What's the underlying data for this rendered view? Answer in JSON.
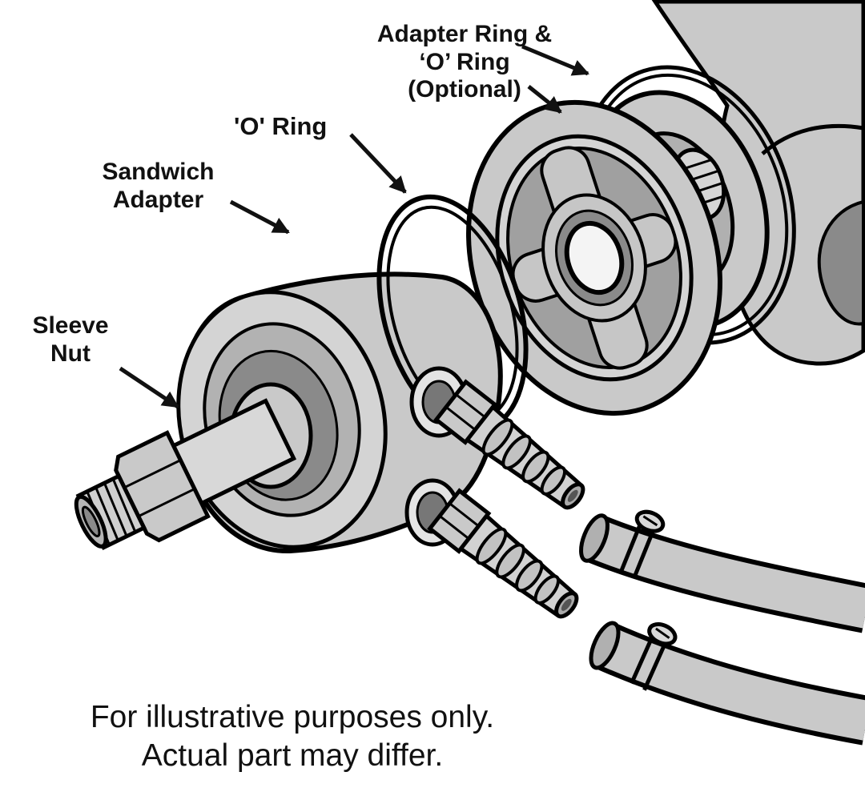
{
  "diagram": {
    "labels": {
      "adapter_ring": "Adapter Ring &\n‘O’ Ring\n(Optional)",
      "o_ring": "'O' Ring",
      "sandwich_adapter": "Sandwich\nAdapter",
      "sleeve_nut": "Sleeve\nNut"
    },
    "caption": "For illustrative purposes only.\nActual part may differ.",
    "palette": {
      "background": "#ffffff",
      "label_color": "#111111",
      "outline": "#000000",
      "part_light": "#d4d4d4",
      "part_mid": "#c9c9c9",
      "part_dark": "#8a8a8a"
    }
  }
}
